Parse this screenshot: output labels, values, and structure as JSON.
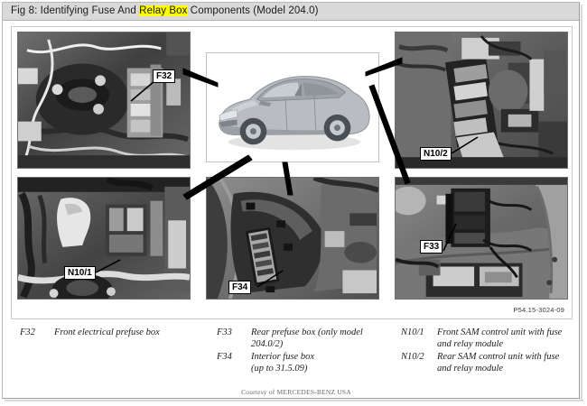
{
  "figure": {
    "title_prefix": "Fig 8: Identifying Fuse And ",
    "title_highlight": "Relay Box",
    "title_suffix": " Components (Model 204.0)",
    "highlight_color": "#ffff00",
    "drawing_number": "P54.15-3024-09",
    "courtesy": "Courtesy of MERCEDES-BENZ USA"
  },
  "panels": [
    {
      "id": "top-left",
      "callout": "F32",
      "caption": "engine bay front electrical prefuse box photo"
    },
    {
      "id": "top-center",
      "callout": "",
      "caption": "silver sedan vehicle overview illustration"
    },
    {
      "id": "top-right",
      "callout": "N10/2",
      "caption": "rear SAM control unit photo"
    },
    {
      "id": "bottom-left",
      "callout": "N10/1",
      "caption": "front SAM control unit photo"
    },
    {
      "id": "bottom-center",
      "callout": "F34",
      "caption": "interior fuse box behind dash photo"
    },
    {
      "id": "bottom-right",
      "callout": "F33",
      "caption": "rear prefuse box in trunk photo"
    }
  ],
  "legend": {
    "columns": [
      {
        "entries": [
          {
            "key": "F32",
            "lines": [
              "Front electrical prefuse box"
            ]
          }
        ]
      },
      {
        "entries": [
          {
            "key": "F33",
            "lines": [
              "Rear prefuse box (only model",
              "204.0/2)"
            ]
          },
          {
            "key": "F34",
            "lines": [
              "Interior fuse box",
              "(up to 31.5.09)"
            ]
          }
        ]
      },
      {
        "entries": [
          {
            "key": "N10/1",
            "lines": [
              "Front SAM control unit with fuse",
              "and relay module"
            ]
          },
          {
            "key": "N10/2",
            "lines": [
              "Rear SAM control unit with fuse",
              "and relay module"
            ]
          }
        ]
      }
    ]
  }
}
